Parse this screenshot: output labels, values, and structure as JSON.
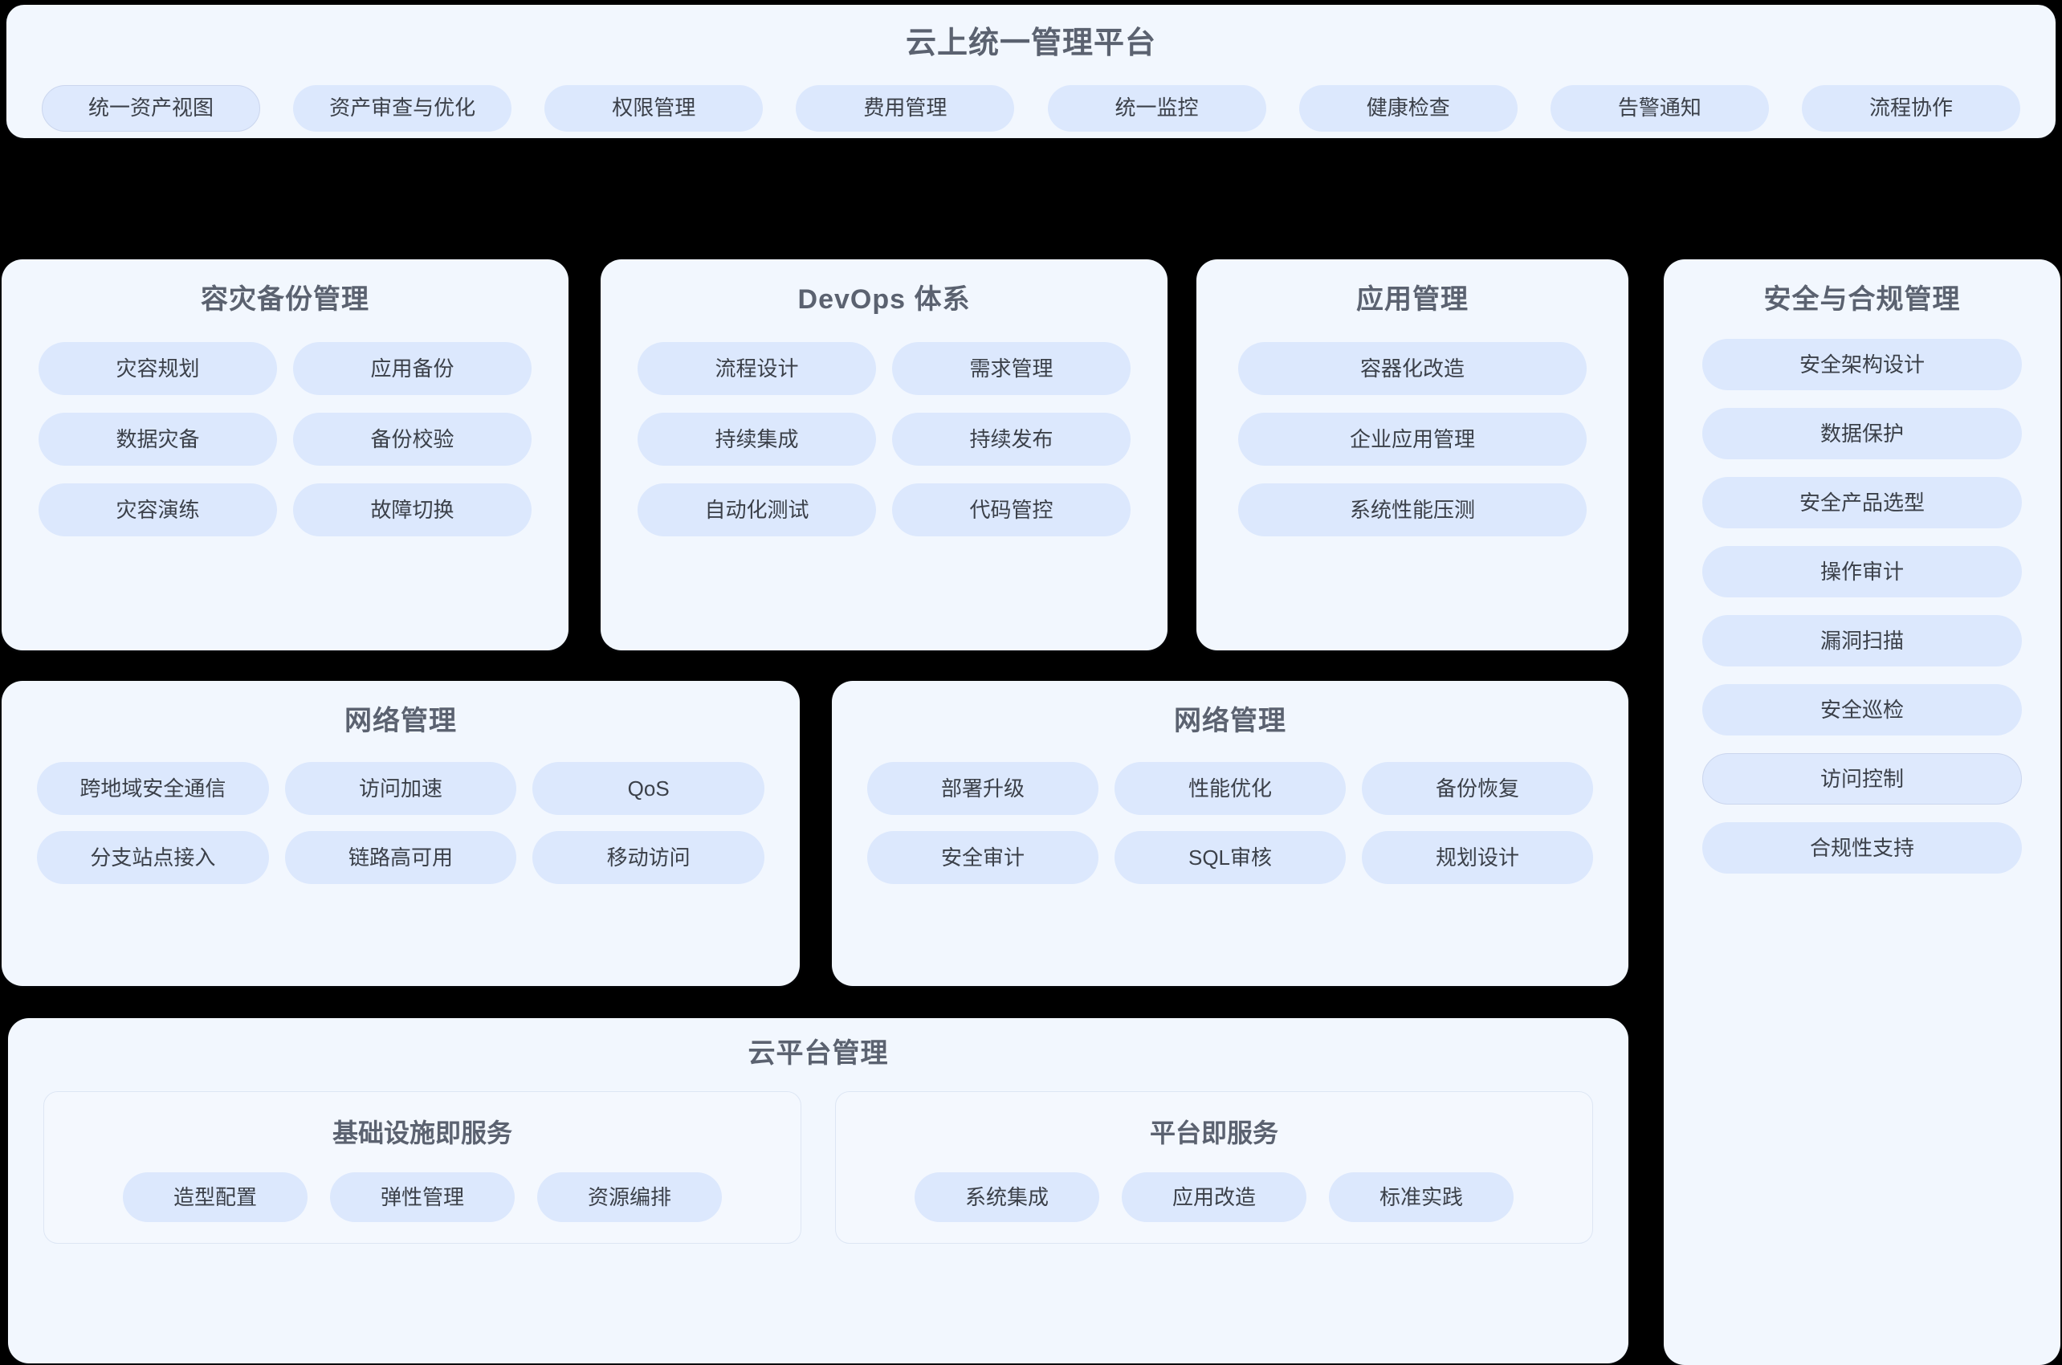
{
  "header": {
    "title": "云上统一管理平台",
    "chips": [
      "统一资产视图",
      "资产审查与优化",
      "权限管理",
      "费用管理",
      "统一监控",
      "健康检查",
      "告警通知",
      "流程协作"
    ]
  },
  "disaster_recovery": {
    "title": "容灾备份管理",
    "chips": [
      "灾容规划",
      "应用备份",
      "数据灾备",
      "备份校验",
      "灾容演练",
      "故障切换"
    ]
  },
  "devops": {
    "title": "DevOps 体系",
    "chips": [
      "流程设计",
      "需求管理",
      "持续集成",
      "持续发布",
      "自动化测试",
      "代码管控"
    ]
  },
  "application": {
    "title": "应用管理",
    "chips": [
      "容器化改造",
      "企业应用管理",
      "系统性能压测"
    ]
  },
  "security": {
    "title": "安全与合规管理",
    "chips": [
      "安全架构设计",
      "数据保护",
      "安全产品选型",
      "操作审计",
      "漏洞扫描",
      "安全巡检",
      "访问控制",
      "合规性支持"
    ]
  },
  "network_one": {
    "title": "网络管理",
    "chips": [
      "跨地域安全通信",
      "访问加速",
      "QoS",
      "分支站点接入",
      "链路高可用",
      "移动访问"
    ]
  },
  "network_two": {
    "title": "网络管理",
    "chips": [
      "部署升级",
      "性能优化",
      "备份恢复",
      "安全审计",
      "SQL审核",
      "规划设计"
    ]
  },
  "cloud_platform": {
    "title": "云平台管理",
    "subsections": [
      {
        "title": "基础设施即服务",
        "chips": [
          "造型配置",
          "弹性管理",
          "资源编排"
        ]
      },
      {
        "title": "平台即服务",
        "chips": [
          "系统集成",
          "应用改造",
          "标准实践"
        ]
      }
    ]
  },
  "colors": {
    "page_background": "#000000",
    "card_background": "#F2F7FE",
    "chip_background": "#DCE8FD",
    "title_text": "#5B6270",
    "chip_text": "#3B4049"
  }
}
